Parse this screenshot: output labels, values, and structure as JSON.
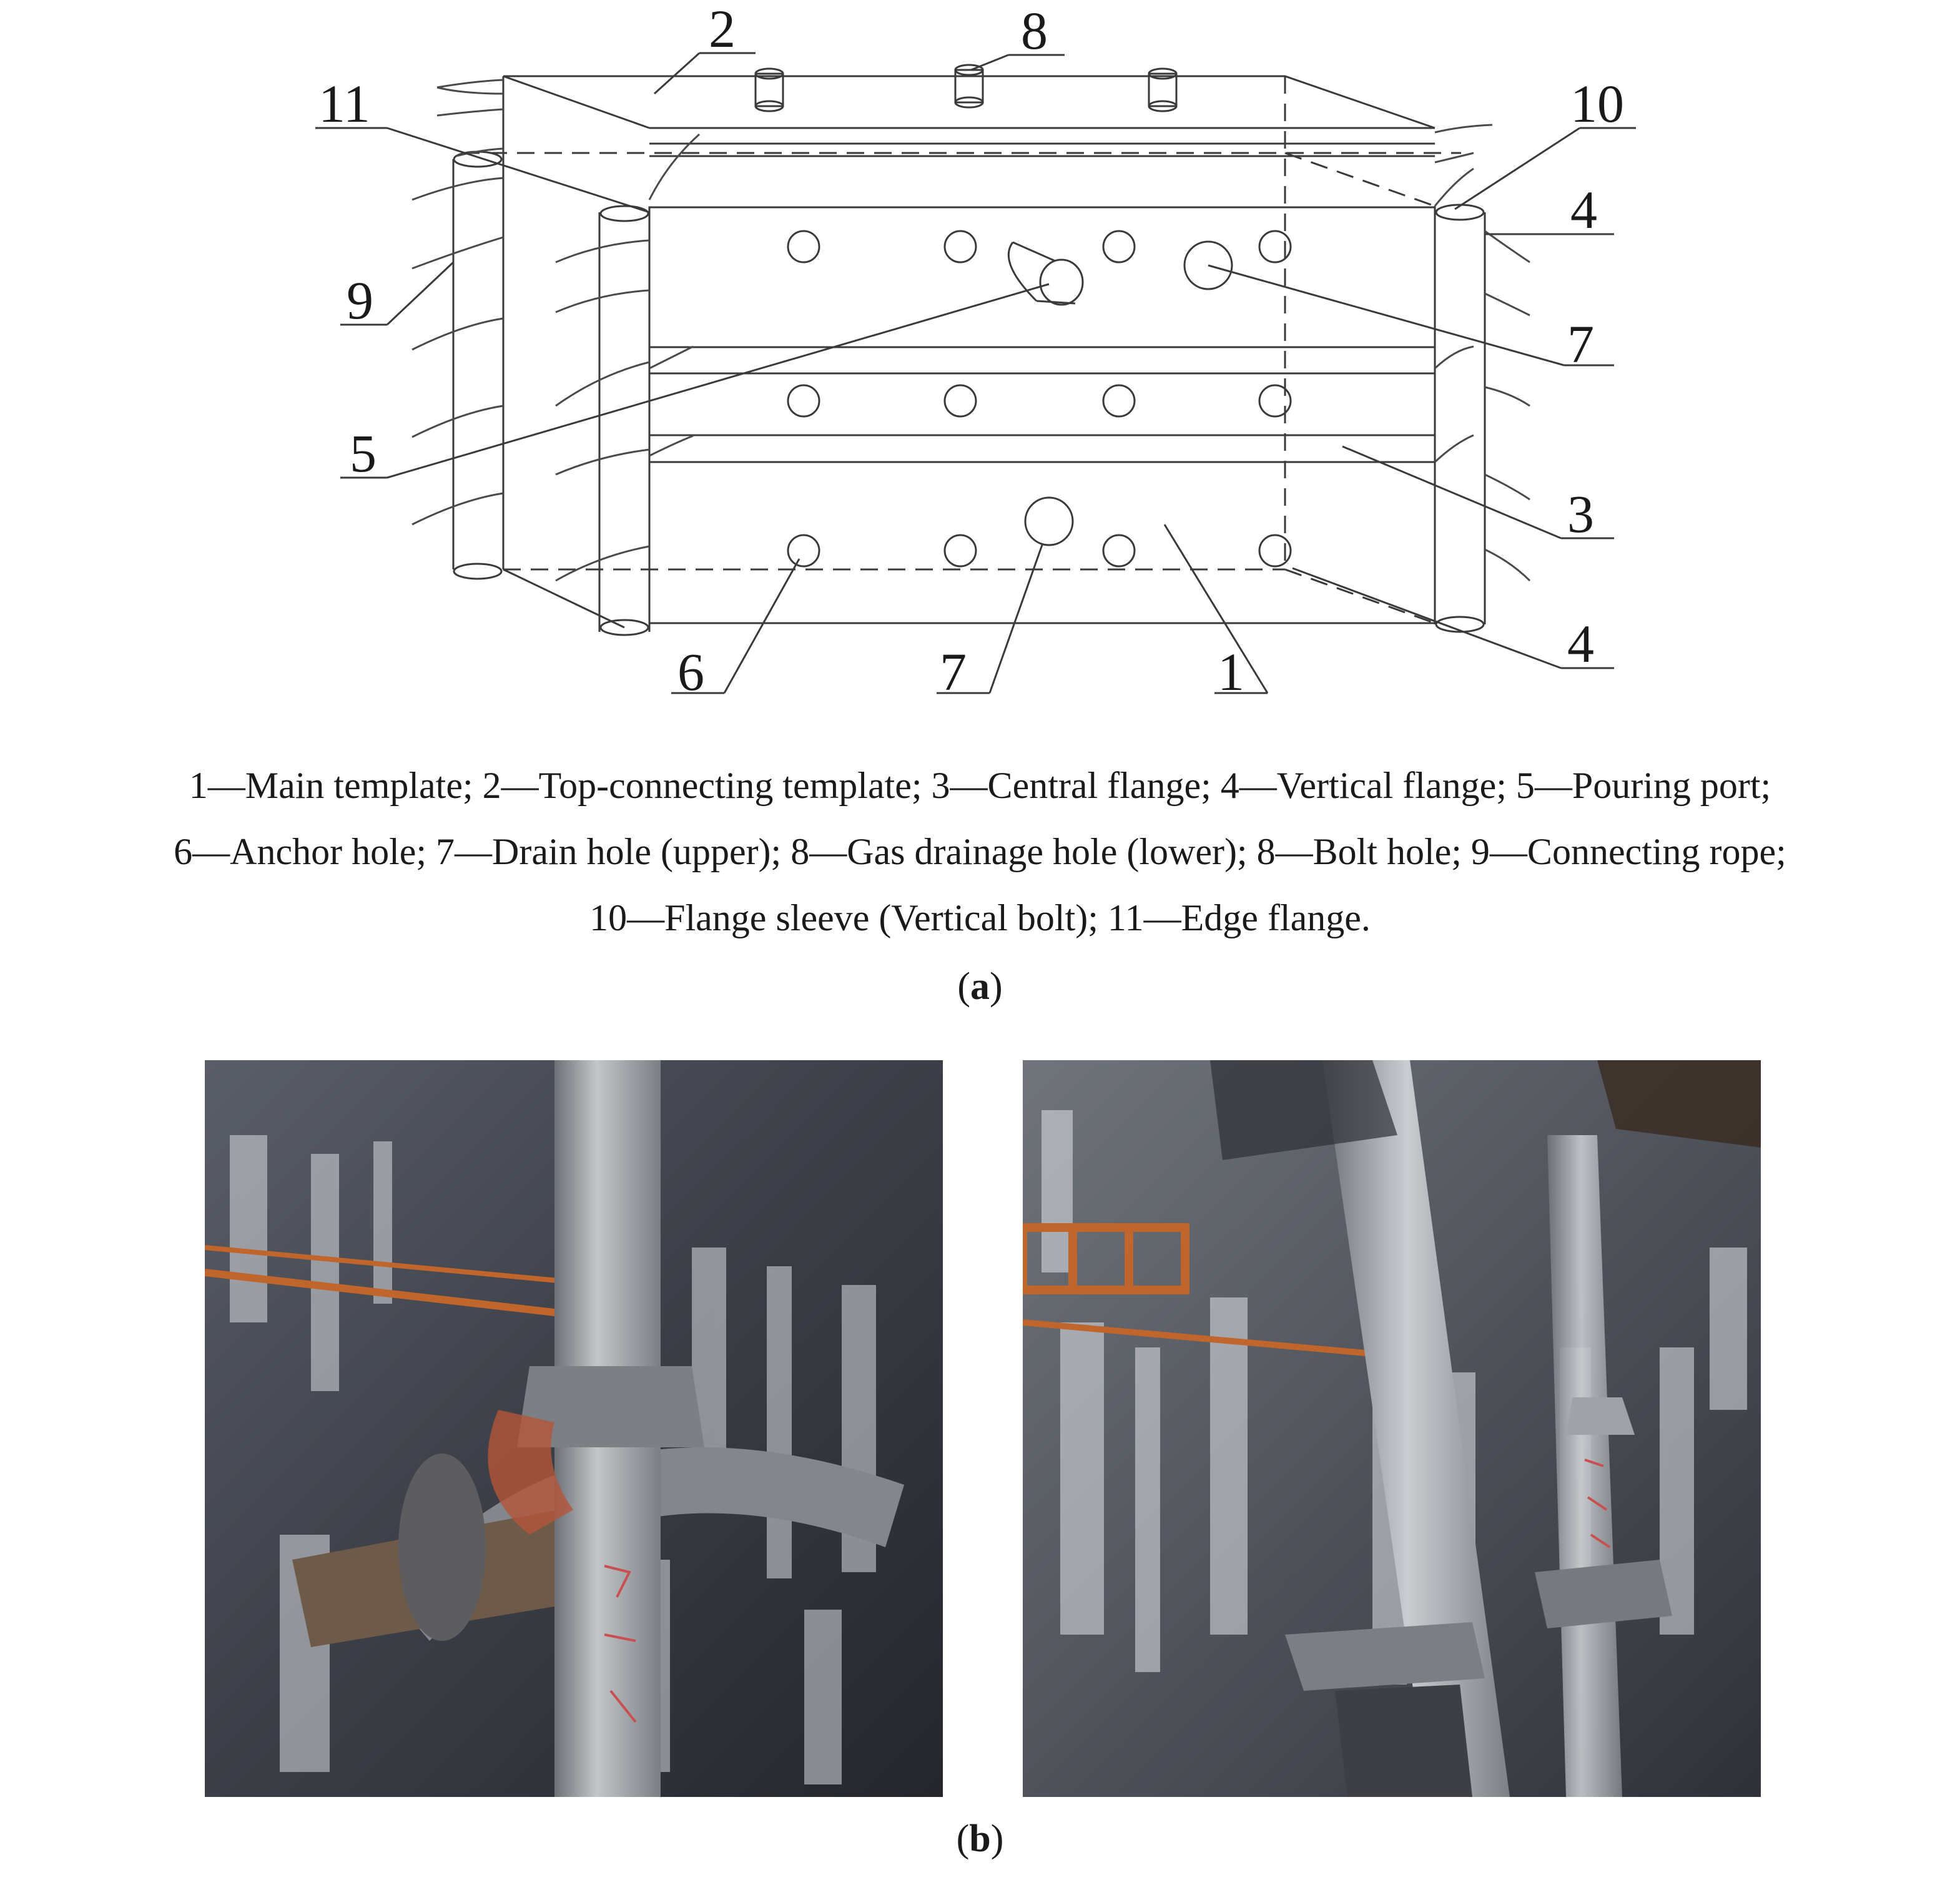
{
  "figure_a": {
    "callouts": [
      {
        "id": "c2",
        "text": "2"
      },
      {
        "id": "c8",
        "text": "8"
      },
      {
        "id": "c11",
        "text": "11"
      },
      {
        "id": "c10",
        "text": "10"
      },
      {
        "id": "c4top",
        "text": "4"
      },
      {
        "id": "c9",
        "text": "9"
      },
      {
        "id": "c7top",
        "text": "7"
      },
      {
        "id": "c5",
        "text": "5"
      },
      {
        "id": "c3",
        "text": "3"
      },
      {
        "id": "c4bot",
        "text": "4"
      },
      {
        "id": "c6",
        "text": "6"
      },
      {
        "id": "c7bot",
        "text": "7"
      },
      {
        "id": "c1",
        "text": "1"
      }
    ],
    "legend_lines": [
      "1—Main template; 2—Top-connecting template; 3—Central flange; 4—Vertical flange; 5—Pouring port;",
      "6—Anchor hole; 7—Drain hole (upper); 8—Gas drainage hole (lower); 8—Bolt hole; 9—Connecting rope;",
      "10—Flange sleeve (Vertical bolt); 11—Edge flange."
    ],
    "panel_label": "a"
  },
  "figure_b": {
    "panel_label": "b"
  },
  "colors": {
    "line": "#3a3a3a",
    "text": "#1a1a1a",
    "rust": "#c0652b",
    "steel": "#a7abaf"
  }
}
